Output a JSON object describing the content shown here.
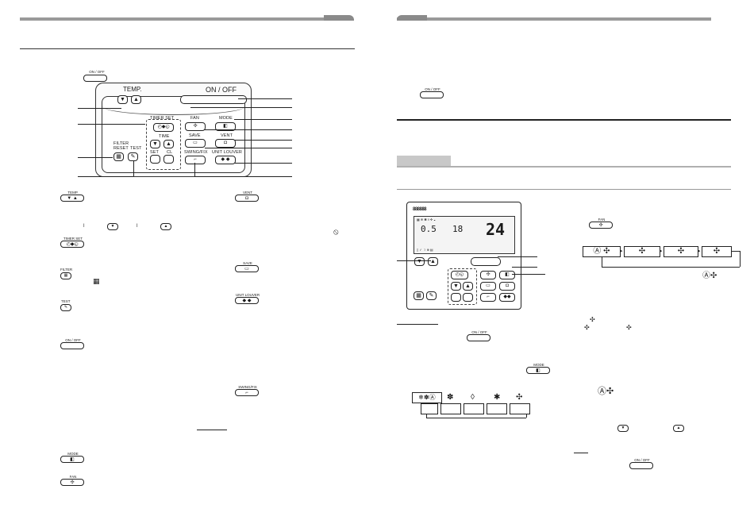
{
  "left_page": {
    "remote_labels": {
      "on_off_top": "ON / OFF",
      "temp": "TEMP.",
      "on_off_main": "ON / OFF",
      "timer_set": "TIMER SET",
      "time": "TIME",
      "set": "SET",
      "cl": "CL",
      "filter_reset": "FILTER\nRESET",
      "test": "TEST",
      "fan": "FAN",
      "mode": "MODE",
      "save": "SAVE",
      "vent": "VENT",
      "swing_fix": "SWING/FIX",
      "unit_louver": "UNIT  LOUVER"
    },
    "key_icons": {
      "temp_key": "TEMP.",
      "vent_key": "VENT",
      "timer_set_key": "TIMER SET",
      "save_key": "SAVE",
      "filter_key": "FILTER",
      "unit_louver_key": "UNIT  LOUVER",
      "test_key": "TEST",
      "on_off_key": "ON / OFF",
      "swing_fix_key": "SWING/FIX",
      "mode_key": "MODE",
      "fan_key": "FAN"
    }
  },
  "right_page": {
    "on_off_key": "ON / OFF",
    "fan_key": "FAN",
    "mode_key": "MODE",
    "on_off_key_2": "ON / OFF",
    "lcd": {
      "big_temp": "24",
      "mid_value": "0.5",
      "mid_value_2": "18"
    },
    "device_leds": "888888"
  },
  "colors": {
    "header_bar": "#9a9a9a",
    "gray_band": "#c8c8c8"
  }
}
